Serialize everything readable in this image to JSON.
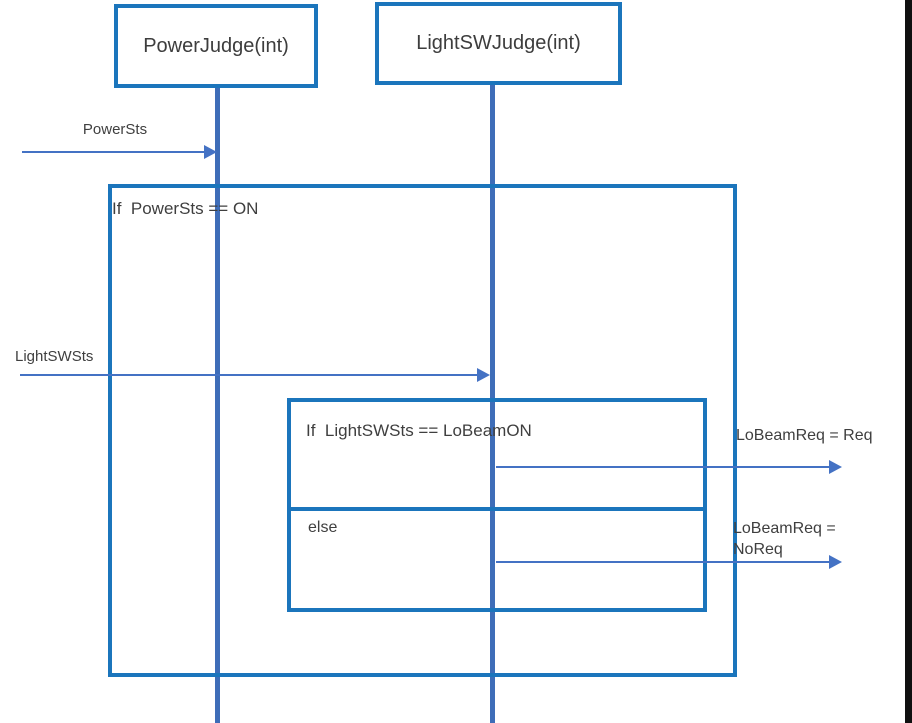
{
  "diagram": {
    "actors": [
      {
        "name": "PowerJudge(int)"
      },
      {
        "name": "LightSWJudge(int)"
      }
    ],
    "fragments": {
      "outer": {
        "condition": "If  PowerSts == ON"
      },
      "inner": {
        "condition": "If  LightSWSts == LoBeamON",
        "else_label": "else"
      }
    },
    "messages": [
      {
        "label": "PowerSts"
      },
      {
        "label": "LightSWSts"
      },
      {
        "label": "LoBeamReq = Req"
      },
      {
        "label": "LoBeamReq =\nNoReq"
      }
    ],
    "colors": {
      "frame_border": "#1b75bc",
      "arrow": "#4472c4",
      "lifeline": "#3e6db8",
      "text": "#3f3f3f"
    }
  }
}
